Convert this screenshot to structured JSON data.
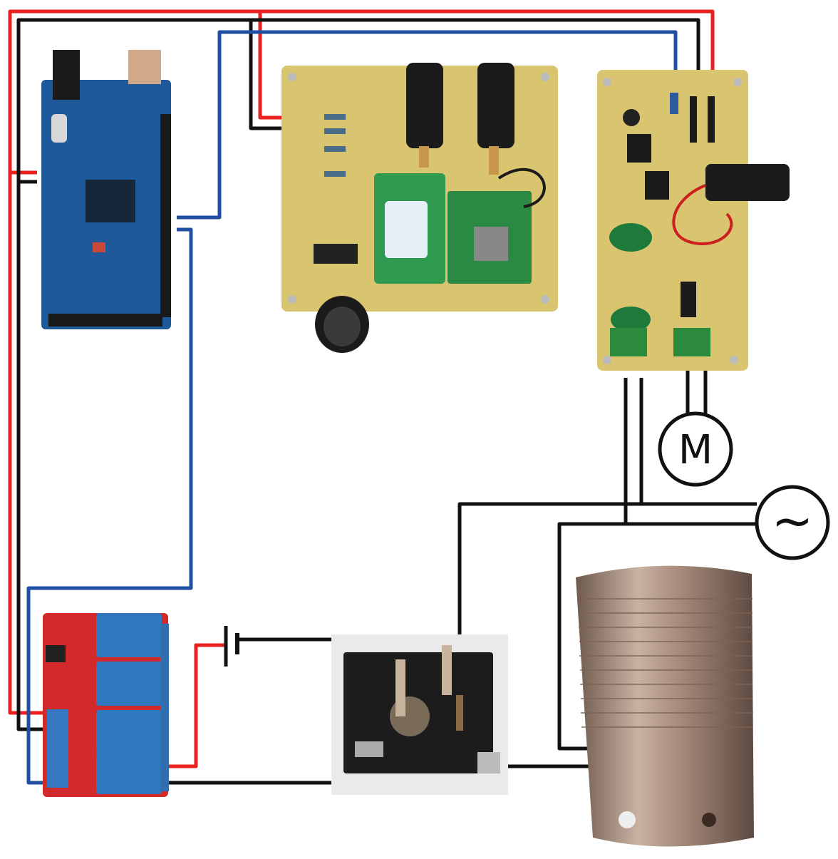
{
  "symbols": {
    "motor_label": "M",
    "ac_source_label": "~"
  },
  "components": [
    {
      "id": "arduino",
      "icon": "microcontroller-board-icon"
    },
    {
      "id": "rf-board",
      "icon": "rf-module-board-icon"
    },
    {
      "id": "driver-board",
      "icon": "motor-driver-board-icon"
    },
    {
      "id": "relay-module",
      "icon": "relay-module-icon"
    },
    {
      "id": "battery",
      "icon": "battery-icon"
    },
    {
      "id": "switch-unit",
      "icon": "electromechanical-switch-icon"
    },
    {
      "id": "tank",
      "icon": "metal-cylinder-tank-icon"
    },
    {
      "id": "motor",
      "icon": "motor-symbol-icon"
    },
    {
      "id": "ac-source",
      "icon": "ac-source-symbol-icon"
    }
  ],
  "colors": {
    "wire_red": "#e8201f",
    "wire_black": "#111111",
    "wire_blue": "#1f4fa0",
    "pcb_yellow": "#d9c470",
    "arduino_blue": "#1e5a9a",
    "relay_red": "#d22a2a",
    "relay_blue": "#2f78c0",
    "tank_metal": "#a88c7a"
  }
}
